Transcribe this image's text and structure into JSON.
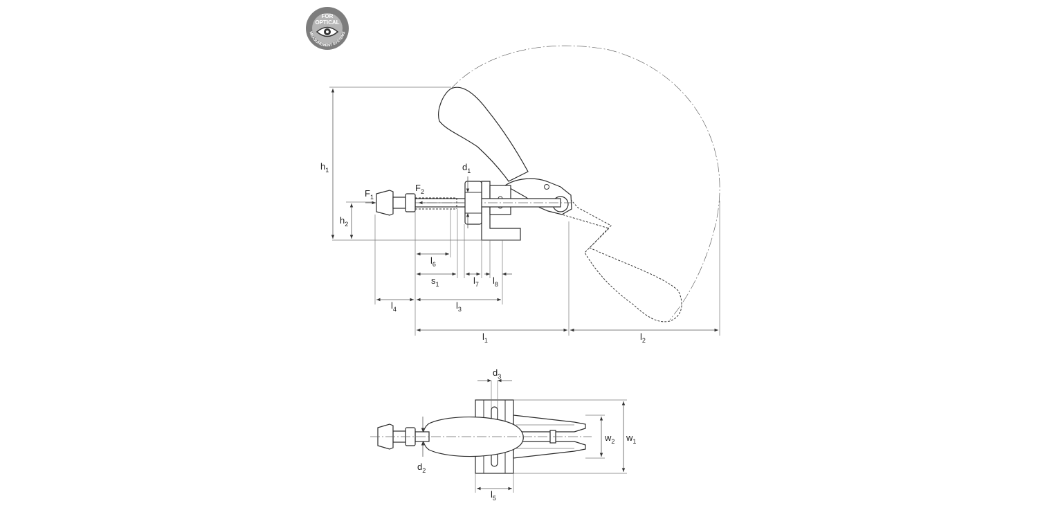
{
  "badge": {
    "top_text": "FOR",
    "mid_text": "OPTICAL",
    "bottom_text": "MEASUREMENT SYSTEMS",
    "icon": "eye-icon",
    "colors": {
      "ring": "#7d7d7d",
      "inner": "#b5b5b5",
      "text": "#ffffff"
    }
  },
  "side_view": {
    "labels": {
      "h1": {
        "main": "h",
        "sub": "1"
      },
      "h2": {
        "main": "h",
        "sub": "2"
      },
      "F1": {
        "main": "F",
        "sub": "1"
      },
      "F2": {
        "main": "F",
        "sub": "2"
      },
      "d1": {
        "main": "d",
        "sub": "1"
      },
      "l6": {
        "main": "l",
        "sub": "6"
      },
      "s1": {
        "main": "s",
        "sub": "1"
      },
      "l7": {
        "main": "l",
        "sub": "7"
      },
      "l8": {
        "main": "l",
        "sub": "8"
      },
      "l4": {
        "main": "l",
        "sub": "4"
      },
      "l3": {
        "main": "l",
        "sub": "3"
      },
      "l1": {
        "main": "l",
        "sub": "1"
      },
      "l2": {
        "main": "l",
        "sub": "2"
      }
    }
  },
  "top_view": {
    "labels": {
      "d3": {
        "main": "d",
        "sub": "3"
      },
      "d2": {
        "main": "d",
        "sub": "2"
      },
      "w1": {
        "main": "w",
        "sub": "1"
      },
      "w2": {
        "main": "w",
        "sub": "2"
      },
      "l5": {
        "main": "l",
        "sub": "5"
      }
    }
  }
}
